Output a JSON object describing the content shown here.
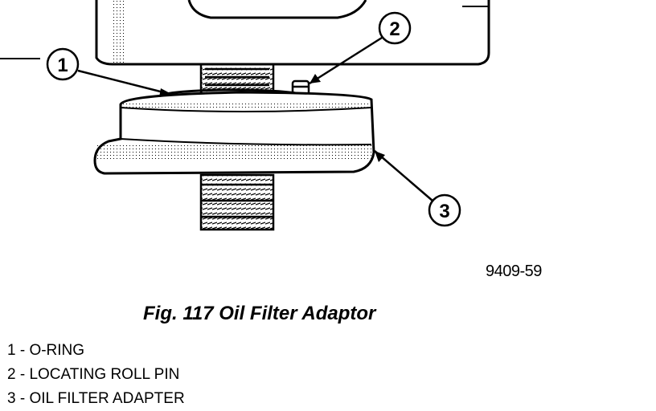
{
  "callouts": [
    "1",
    "2",
    "3"
  ],
  "figure_code": "9409-59",
  "caption": "Fig. 117 Oil Filter Adaptor",
  "legend": [
    "1 - O-RING",
    "2 - LOCATING ROLL PIN",
    "3 - OIL FILTER ADAPTER"
  ]
}
